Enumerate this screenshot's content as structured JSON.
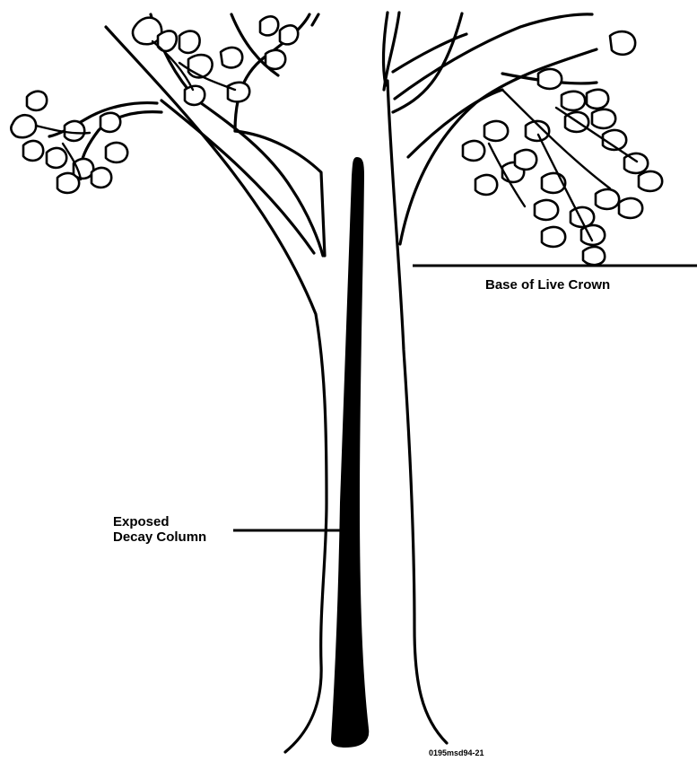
{
  "labels": {
    "crown_base": "Base of Live Crown",
    "decay_line1": "Exposed",
    "decay_line2": "Decay Column",
    "figure_id": "0195msd94-21"
  },
  "colors": {
    "ink": "#000000",
    "background": "#ffffff",
    "decay_fill": "#000000"
  },
  "icons": {
    "tree": "tree-illustration",
    "decay": "decay-column-shape",
    "leaves": "leaf-clusters"
  }
}
